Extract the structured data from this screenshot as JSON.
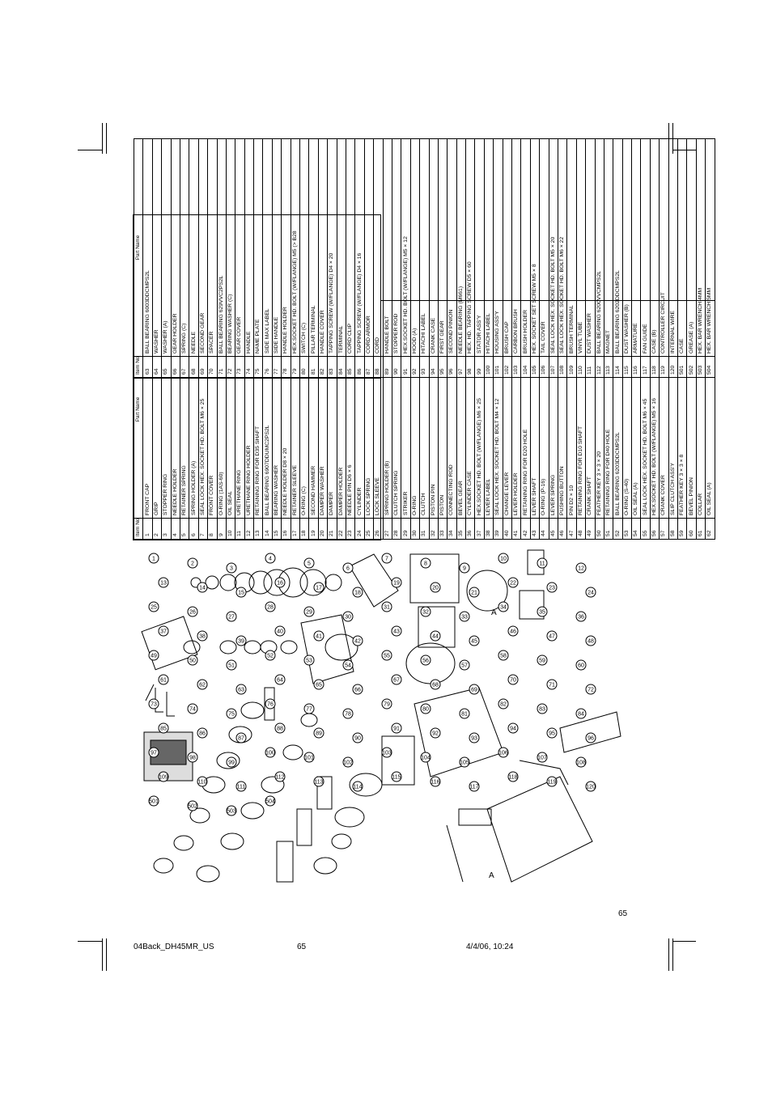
{
  "page_number": "65",
  "footer": {
    "file": "04Back_DH45MR_US",
    "page": "65",
    "datetime": "4/4/06, 10:24"
  },
  "table_headers": {
    "item_no_left": "Item No.",
    "part_name": "Part Name",
    "item_no_right": "Item No."
  },
  "parts_left": [
    {
      "no": "1",
      "name": "FRONT CAP"
    },
    {
      "no": "2",
      "name": "GRIP"
    },
    {
      "no": "3",
      "name": "STOPPER RING"
    },
    {
      "no": "4",
      "name": "NEEDLE HOLDER"
    },
    {
      "no": "5",
      "name": "RETAINER SPRING"
    },
    {
      "no": "6",
      "name": "SPRING HOLDER (A)"
    },
    {
      "no": "7",
      "name": "SEAL LOCK HEX. SOCKET HD. BOLT M6 × 25"
    },
    {
      "no": "8",
      "name": "FRONT COVER"
    },
    {
      "no": "9",
      "name": "O-RING (1AS-60)"
    },
    {
      "no": "10",
      "name": "OIL SEAL"
    },
    {
      "no": "11",
      "name": "URETHANE RING"
    },
    {
      "no": "12",
      "name": "URETHANE RING HOLDER"
    },
    {
      "no": "13",
      "name": "RETAINING RING FOR D35 SHAFT"
    },
    {
      "no": "14",
      "name": "BALL BEARING 6907DDUMC2PS2L"
    },
    {
      "no": "15",
      "name": "BEARING WASHER"
    },
    {
      "no": "16",
      "name": "NEEDLE HOLDER D8 × 20"
    },
    {
      "no": "17",
      "name": "RETAINER SLEEVE"
    },
    {
      "no": "18",
      "name": "O-RING (C)"
    },
    {
      "no": "19",
      "name": "SECOND HAMMER"
    },
    {
      "no": "20",
      "name": "DAMPER WASHER"
    },
    {
      "no": "21",
      "name": "DAMPER"
    },
    {
      "no": "22",
      "name": "DAMPER HOLDER"
    },
    {
      "no": "23",
      "name": "NEEDLE PIN D6 × 6"
    },
    {
      "no": "24",
      "name": "CYLINDER"
    },
    {
      "no": "25",
      "name": "LOCK SPRING"
    },
    {
      "no": "26",
      "name": "LOCK SLEEVE"
    },
    {
      "no": "27",
      "name": "SPRING HOLDER (B)"
    },
    {
      "no": "28",
      "name": "CLUTCH SPRING"
    },
    {
      "no": "29",
      "name": "STRIKER"
    },
    {
      "no": "30",
      "name": "O-RING"
    },
    {
      "no": "31",
      "name": "CLUTCH"
    },
    {
      "no": "32",
      "name": "PISTON PIN"
    },
    {
      "no": "33",
      "name": "PISTON"
    },
    {
      "no": "34",
      "name": "CONNECTING ROD"
    },
    {
      "no": "35",
      "name": "BEVEL GEAR"
    },
    {
      "no": "36",
      "name": "CYLINDER CASE"
    },
    {
      "no": "37",
      "name": "HEX.SOCKET HD. BOLT (W/FLANGE) M6 × 25"
    },
    {
      "no": "38",
      "name": "LEVER LABEL"
    },
    {
      "no": "39",
      "name": "SEAL LOCK HEX. SOCKET HD. BOLT M4 × 12"
    },
    {
      "no": "40",
      "name": "CHANGE LEVER"
    },
    {
      "no": "41",
      "name": "LEVER HOLDER"
    },
    {
      "no": "42",
      "name": "RETAINING RING FOR D20 HOLE"
    },
    {
      "no": "43",
      "name": "LEVER SHAFT"
    },
    {
      "no": "44",
      "name": "O-RING (P-16)"
    },
    {
      "no": "45",
      "name": "LEVER SPRING"
    },
    {
      "no": "46",
      "name": "PUSHING BUTTON"
    },
    {
      "no": "47",
      "name": "PIN D2 × 10"
    },
    {
      "no": "48",
      "name": "RETAINING RING FOR D10 SHAFT"
    },
    {
      "no": "49",
      "name": "CRANK SHAFT"
    },
    {
      "no": "50",
      "name": "FEATHER KEY 3 × 3 × 20"
    },
    {
      "no": "51",
      "name": "RETAINING RING FOR D40 HOLE"
    },
    {
      "no": "52",
      "name": "BALL BEARING 6203DDCMPS2L"
    },
    {
      "no": "53",
      "name": "O-RING (S-40)"
    },
    {
      "no": "54",
      "name": "OIL SEAL (A)"
    },
    {
      "no": "55",
      "name": "SEAL LOCK HEX. SOCKET HD. BOLT M6 × 45"
    },
    {
      "no": "56",
      "name": "HEX.SOCKET HD. BOLT (W/FLANGE) M5 × 16"
    },
    {
      "no": "57",
      "name": "CRANK COVER"
    },
    {
      "no": "58",
      "name": "SLIP CLUTCH ASS'Y"
    },
    {
      "no": "59",
      "name": "FEATHER KEY 3 × 3 × 8"
    },
    {
      "no": "60",
      "name": "BEVEL PINION"
    },
    {
      "no": "61",
      "name": "COLLAR"
    },
    {
      "no": "62",
      "name": "OIL SEAL (A)"
    }
  ],
  "parts_right": [
    {
      "no": "63",
      "name": "BALL BEARING 6003DDCMPS2L"
    },
    {
      "no": "64",
      "name": "WASHER"
    },
    {
      "no": "65",
      "name": "WASHER (A)"
    },
    {
      "no": "66",
      "name": "GEAR HOLDER"
    },
    {
      "no": "67",
      "name": "SPRING (C)"
    },
    {
      "no": "68",
      "name": "NEEDLE"
    },
    {
      "no": "69",
      "name": "SECOND GEAR"
    },
    {
      "no": "70",
      "name": "SPACER"
    },
    {
      "no": "71",
      "name": "BALL BEARING 629VVC2PS2L"
    },
    {
      "no": "72",
      "name": "BEARING WASHER (C)"
    },
    {
      "no": "73",
      "name": "GEAR COVER"
    },
    {
      "no": "74",
      "name": "HANDLE"
    },
    {
      "no": "75",
      "name": "NAME PLATE"
    },
    {
      "no": "76",
      "name": "SIDE MAX LABEL"
    },
    {
      "no": "77",
      "name": "SIDE HANDLE"
    },
    {
      "no": "78",
      "name": "HANDLE HOLDER"
    },
    {
      "no": "79",
      "name": "HEX.SOCKET HD. BOLT (W/FLANGE) M5 (> B28"
    },
    {
      "no": "80",
      "name": "SWITCH (C)"
    },
    {
      "no": "81",
      "name": "PILLAR TERMINAL"
    },
    {
      "no": "82",
      "name": "HANDLE COVER"
    },
    {
      "no": "83",
      "name": "TAPPING SCREW (W/FLANGE) D4 × 20"
    },
    {
      "no": "84",
      "name": "TERMINAL"
    },
    {
      "no": "85",
      "name": "CORD CLIP"
    },
    {
      "no": "86",
      "name": "TAPPING SCREW (W/FLANGE) D4 × 16"
    },
    {
      "no": "87",
      "name": "CORD ARMOR"
    },
    {
      "no": "88",
      "name": "CORD"
    },
    {
      "no": "89",
      "name": "HANDLE BOLT"
    },
    {
      "no": "90",
      "name": "STOPPER ROD"
    },
    {
      "no": "91",
      "name": "HEX.SOCKET HD. BOLT (W/FLANGE) M5 × 12"
    },
    {
      "no": "92",
      "name": "HOOD (A)"
    },
    {
      "no": "93",
      "name": "HITACHI LABEL"
    },
    {
      "no": "94",
      "name": "CRANK CASE"
    },
    {
      "no": "95",
      "name": "FIRST GEAR"
    },
    {
      "no": "96",
      "name": "SECOND PINION"
    },
    {
      "no": "97",
      "name": "NEEDLE BEARING (M661)"
    },
    {
      "no": "98",
      "name": "HEX. HD. TAPPING SCREW D5 × 60"
    },
    {
      "no": "99",
      "name": "STATOR ASS'Y"
    },
    {
      "no": "100",
      "name": "HITACHI LABEL"
    },
    {
      "no": "101",
      "name": "HOUSING ASS'Y"
    },
    {
      "no": "102",
      "name": "BRUSH CAP"
    },
    {
      "no": "103",
      "name": "CARBON BRUSH"
    },
    {
      "no": "104",
      "name": "BRUSH HOLDER"
    },
    {
      "no": "105",
      "name": "HEX. SOCKET SET SCREW M5 × 8"
    },
    {
      "no": "106",
      "name": "TAIL COVER"
    },
    {
      "no": "107",
      "name": "SEAL LOCK HEX. SOCKET HD. BOLT M5 × 20"
    },
    {
      "no": "108",
      "name": "SEAL LOCK HEX. SOCKET HD. BOLT M6 × 22"
    },
    {
      "no": "109",
      "name": "BRUSH TERMINAL"
    },
    {
      "no": "110",
      "name": "VINYL TUBE"
    },
    {
      "no": "111",
      "name": "DUST WASHER"
    },
    {
      "no": "112",
      "name": "BALL BEARING 6200VVCMPS2L"
    },
    {
      "no": "113",
      "name": "MAGNET"
    },
    {
      "no": "114",
      "name": "BALL BEARING 6202DDCMPS2L"
    },
    {
      "no": "115",
      "name": "DUST WASHER (B)"
    },
    {
      "no": "116",
      "name": "ARMATURE"
    },
    {
      "no": "117",
      "name": "FAN GUIDE"
    },
    {
      "no": "118",
      "name": "CASE (B)"
    },
    {
      "no": "119",
      "name": "CONTROLLER CIRCUIT"
    },
    {
      "no": "120",
      "name": "INTERNAL WIRE"
    },
    {
      "no": "501",
      "name": "CASE"
    },
    {
      "no": "502",
      "name": "GREASE (A)"
    },
    {
      "no": "503",
      "name": "HEX. BAR WRENCH 4MM"
    },
    {
      "no": "504",
      "name": "HEX. BAR WRENCH 5MM"
    }
  ],
  "diagram_callouts": [
    "1",
    "2",
    "3",
    "4",
    "5",
    "6",
    "7",
    "8",
    "9",
    "10",
    "11",
    "12",
    "13",
    "14",
    "15",
    "16",
    "17",
    "18",
    "19",
    "20",
    "21",
    "22",
    "23",
    "24",
    "25",
    "26",
    "27",
    "28",
    "29",
    "30",
    "31",
    "32",
    "33",
    "34",
    "35",
    "36",
    "37",
    "38",
    "39",
    "40",
    "41",
    "42",
    "43",
    "44",
    "45",
    "46",
    "47",
    "48",
    "49",
    "50",
    "51",
    "52",
    "53",
    "54",
    "55",
    "56",
    "57",
    "58",
    "59",
    "60",
    "61",
    "62",
    "63",
    "64",
    "65",
    "66",
    "67",
    "68",
    "69",
    "70",
    "71",
    "72",
    "73",
    "74",
    "75",
    "76",
    "77",
    "78",
    "79",
    "80",
    "81",
    "82",
    "83",
    "84",
    "85",
    "86",
    "87",
    "88",
    "89",
    "90",
    "91",
    "92",
    "93",
    "94",
    "95",
    "96",
    "97",
    "98",
    "99",
    "100",
    "101",
    "102",
    "103",
    "104",
    "105",
    "106",
    "107",
    "108",
    "109",
    "110",
    "111",
    "112",
    "113",
    "114",
    "115",
    "116",
    "117",
    "118",
    "119",
    "120",
    "501",
    "502",
    "503",
    "504"
  ],
  "diagram_marks": [
    "A",
    "A"
  ]
}
